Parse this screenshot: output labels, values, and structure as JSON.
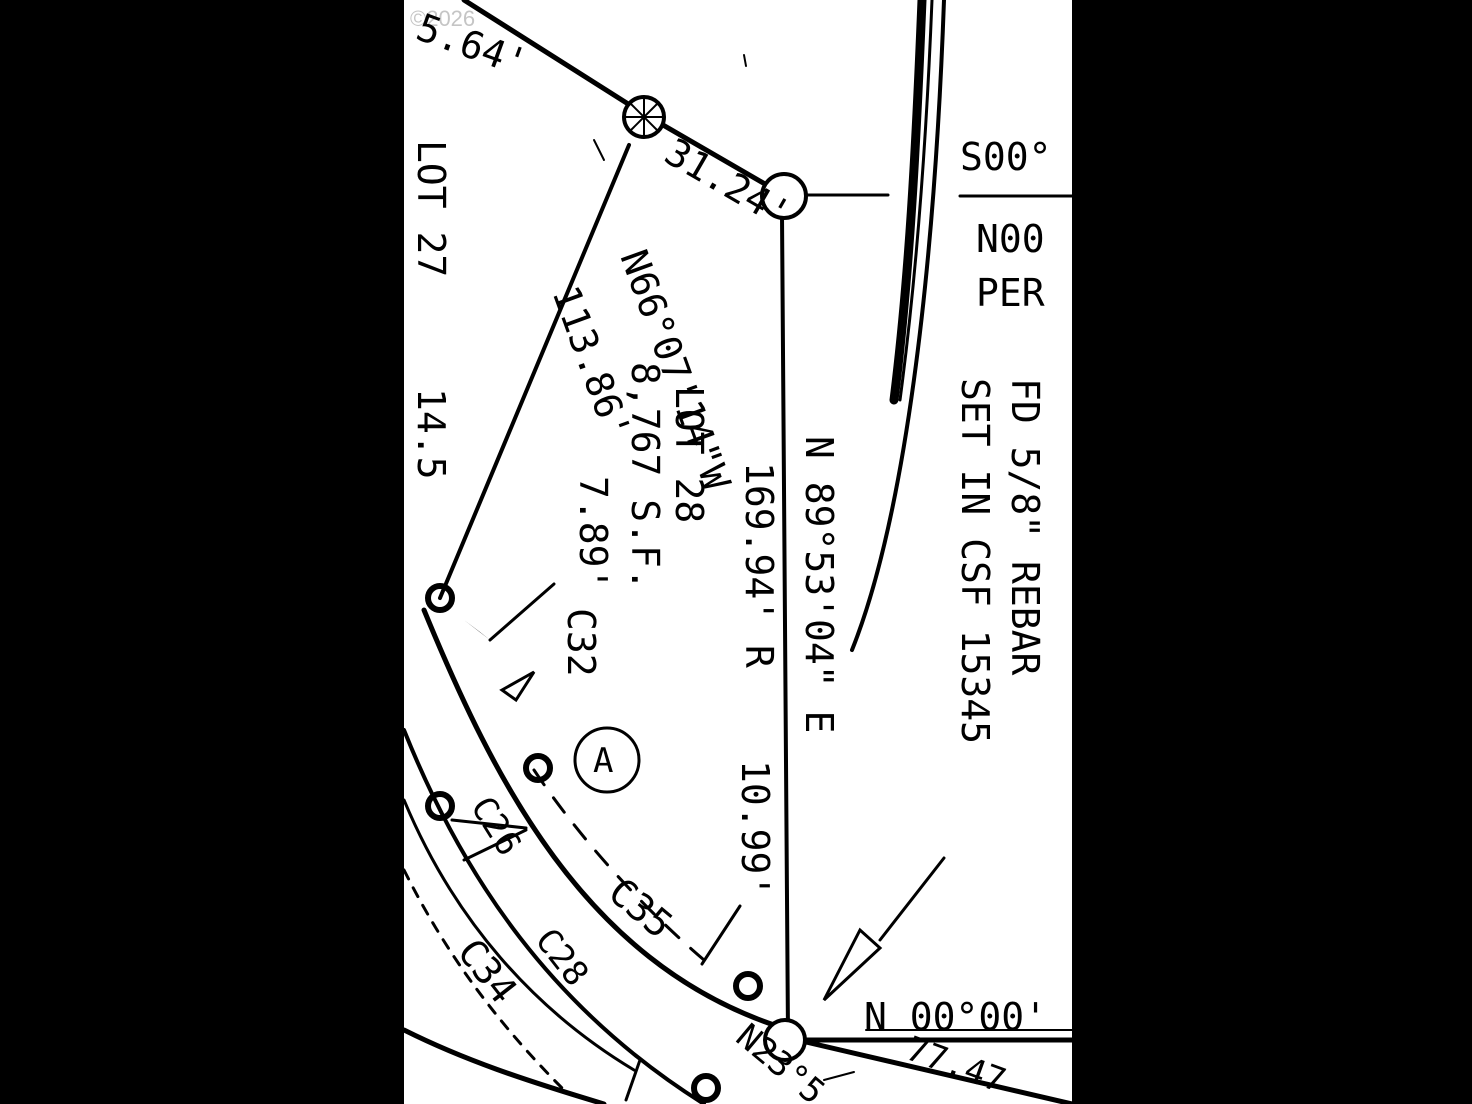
{
  "copyright": "©2026",
  "lot27": {
    "label": "LOT 27",
    "partial_distance": "14.5"
  },
  "lot28": {
    "label": "LOT 28",
    "area": "8,767 S.F.",
    "callout": "A"
  },
  "bearings": {
    "north_line": "5.64'",
    "short_segment": "31.24'",
    "west_line_bearing": "N66°07'14\"W",
    "west_line_distance": "113.86'",
    "east_line_bearing": "N 89°53'04\" E",
    "east_line_radius": "169.94' R",
    "east_tie": "10.99'",
    "small_arc": "7.89'",
    "bottom_right_bearing": "N 00°00'",
    "bottom_right_distance": "77.47",
    "bottom_bearing": "N23°5"
  },
  "curves": {
    "c32": "C32",
    "c35": "C35",
    "c34": "C34",
    "c26": "C26",
    "c28": "C28"
  },
  "notes": {
    "top_right_1": "S00°",
    "top_right_2": "N00",
    "top_right_3": "PER",
    "monument_1": "FD 5/8\" REBAR",
    "monument_2": "SET IN CSF 15345"
  }
}
